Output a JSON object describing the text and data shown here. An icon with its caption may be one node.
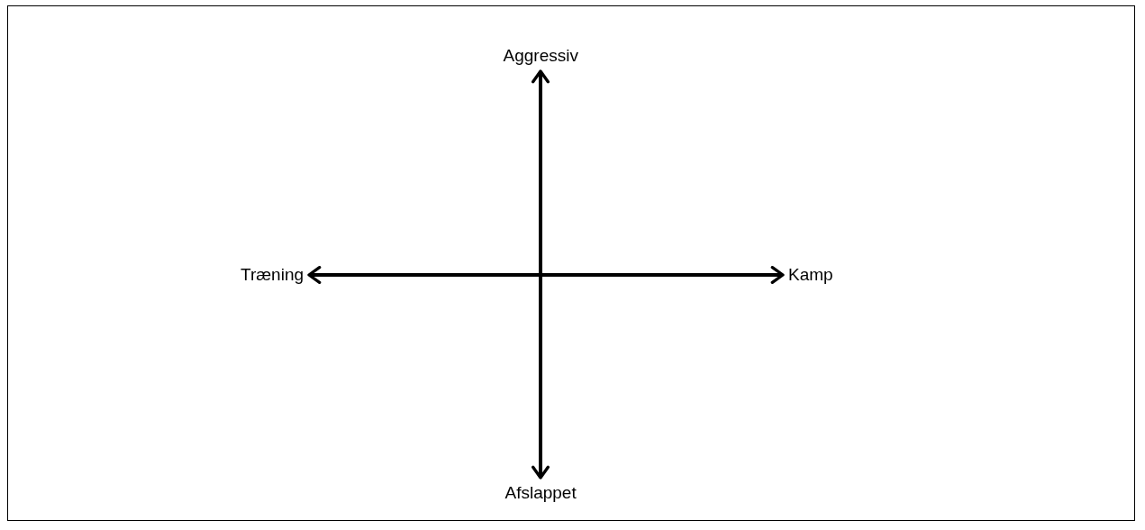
{
  "diagram": {
    "nodes": [
      {
        "text": [
          "Aggressiv"
        ]
      },
      {
        "text": [
          "Træning"
        ]
      },
      {
        "text": [
          "Kamp"
        ]
      },
      {
        "text": [
          "Afslappet"
        ]
      }
    ],
    "edges": [
      {
        "from": 0,
        "to": 3,
        "arrow": "both"
      },
      {
        "from": 1,
        "to": 2,
        "arrow": "both"
      }
    ]
  }
}
